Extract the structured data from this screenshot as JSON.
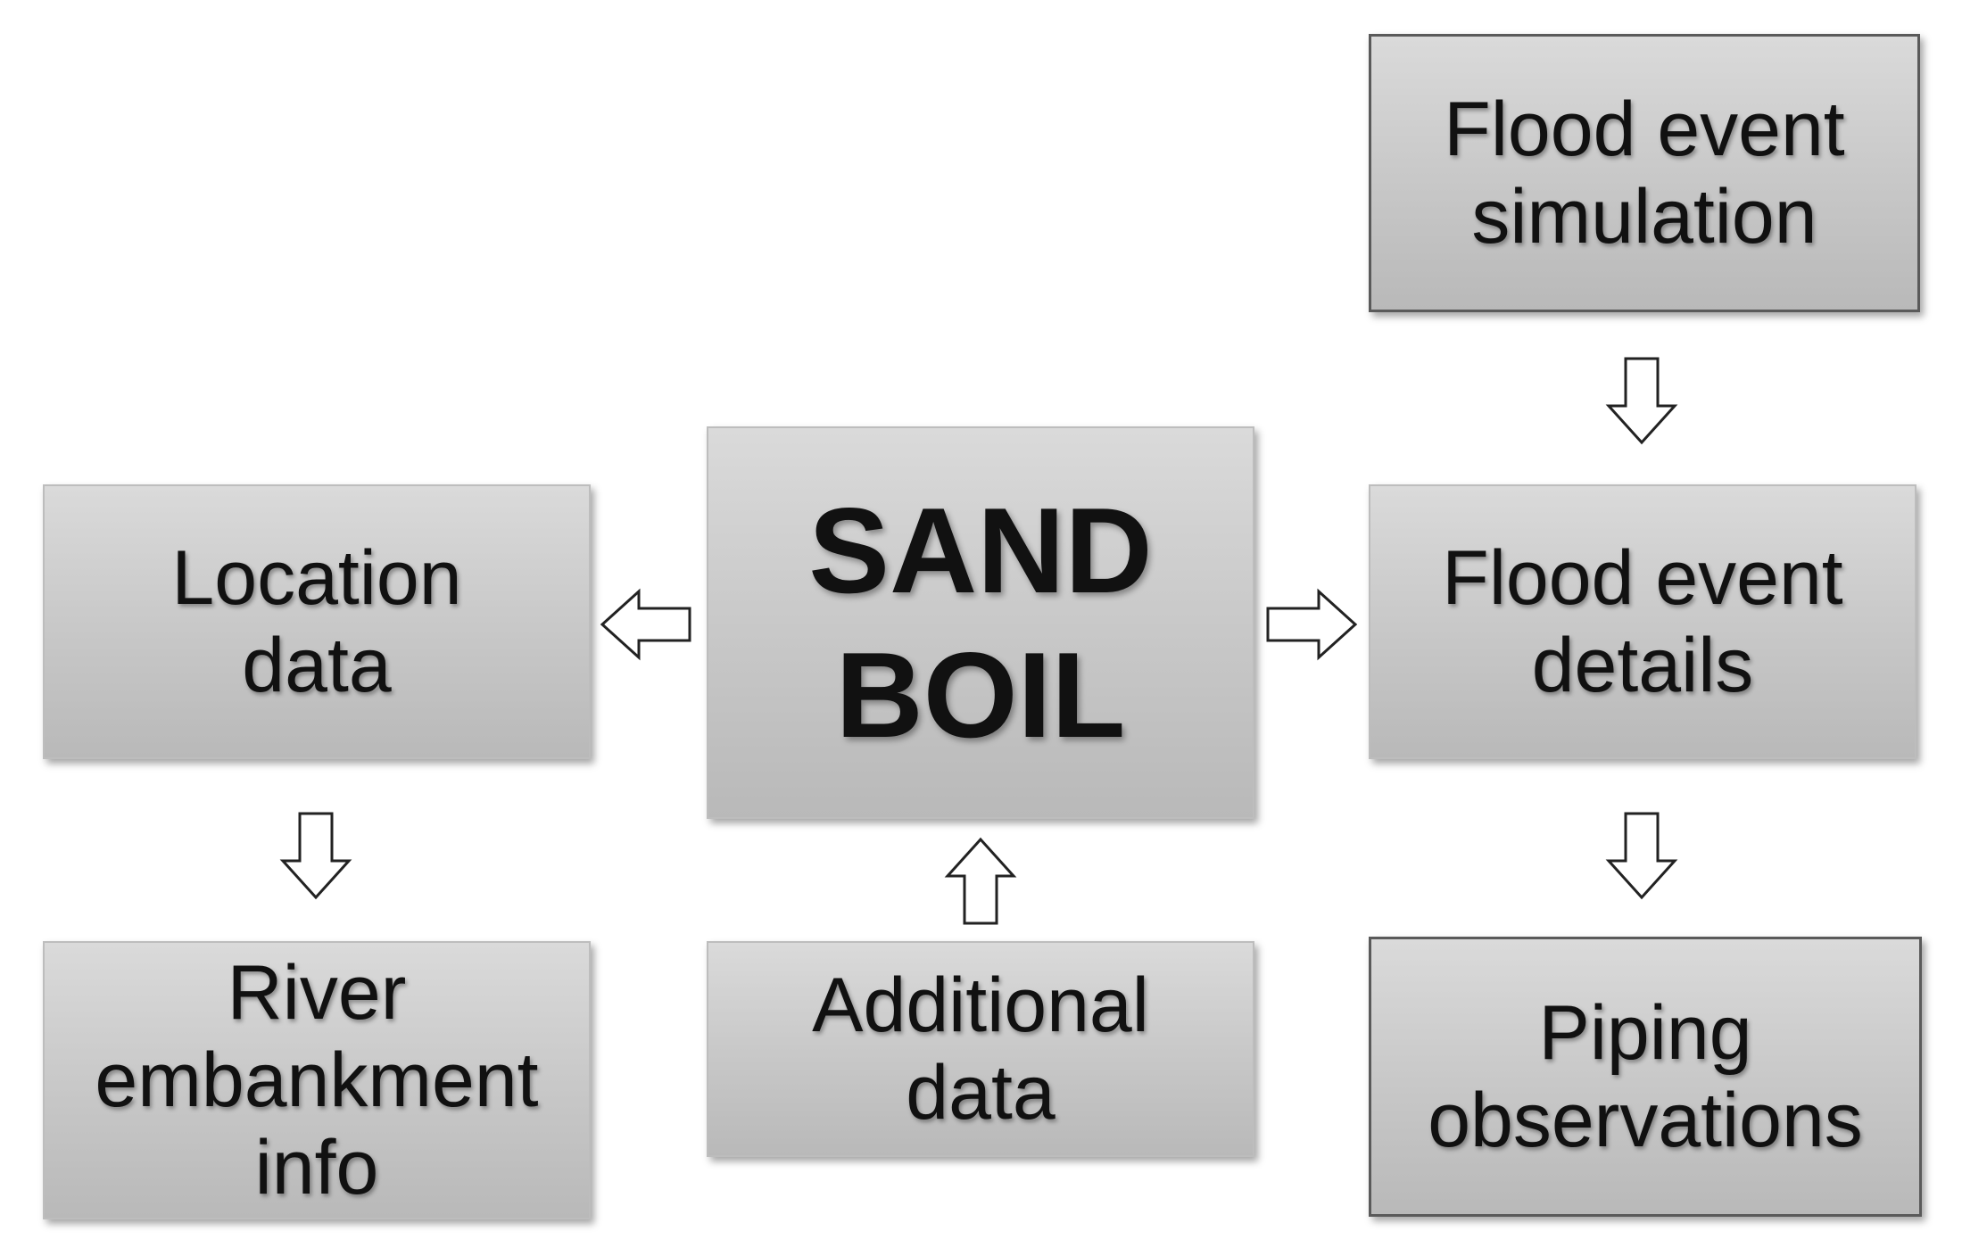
{
  "center": {
    "line1": "SAND",
    "line2": "BOIL"
  },
  "location": {
    "line1": "Location",
    "line2": "data"
  },
  "river": {
    "line1": "River",
    "line2": "embankment",
    "line3": "info"
  },
  "additional": {
    "line1": "Additional",
    "line2": "data"
  },
  "flood_sim": {
    "line1": "Flood event",
    "line2": "simulation"
  },
  "flood_details": {
    "line1": "Flood event",
    "line2": "details"
  },
  "piping": {
    "line1": "Piping",
    "line2": "observations"
  }
}
